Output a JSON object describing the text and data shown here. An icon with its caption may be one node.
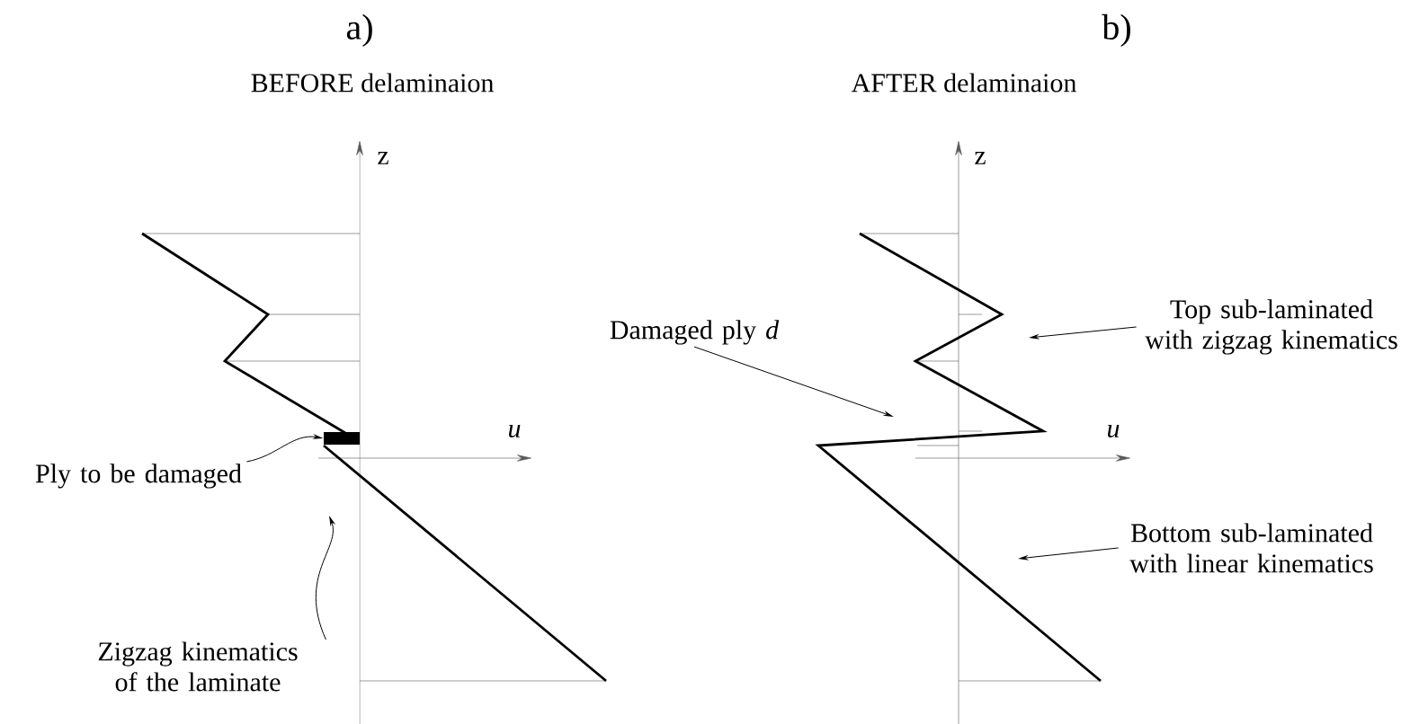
{
  "diagram": {
    "nodes": [
      {
        "text": [
          "Ply to be damaged"
        ]
      },
      {
        "text": [],
        "shape": "bar"
      },
      {
        "text": [
          "Zigzag kinematics of the laminate"
        ]
      },
      {
        "text": [
          "Damaged ply *d*"
        ]
      },
      {
        "text": [
          "Top sub-laminated with zigzag kinematics"
        ]
      },
      {
        "text": [
          "Bottom sub-laminated with linear kinematics"
        ]
      }
    ],
    "edges": [
      {
        "from": 0,
        "to": 1,
        "arrow": "to"
      },
      {
        "from": 2,
        "to": null,
        "arrow": "to"
      },
      {
        "from": 3,
        "to": null,
        "arrow": "to"
      },
      {
        "from": 4,
        "to": null,
        "arrow": "to"
      },
      {
        "from": 5,
        "to": null,
        "arrow": "to"
      }
    ],
    "labels": [
      "a)",
      "b)",
      "BEFORE delaminaion",
      "AFTER delaminaion",
      "z",
      "z",
      "u",
      "u"
    ]
  }
}
